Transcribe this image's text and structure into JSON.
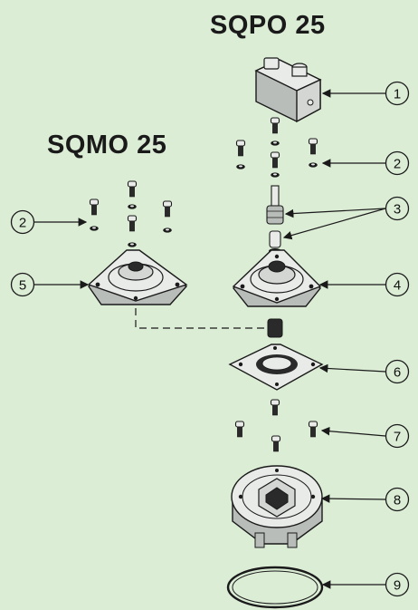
{
  "titles": {
    "right_assembly": "SQPO 25",
    "left_assembly": "SQMO 25"
  },
  "callouts": [
    "1",
    "2",
    "2",
    "3",
    "4",
    "5",
    "6",
    "7",
    "8",
    "9"
  ],
  "colors": {
    "background": "#dcedd6",
    "part_fill": "#e9ebe9",
    "part_shadow": "#b9bdb9",
    "outline": "#1a1a1a",
    "dark_part": "#2a2a2a"
  },
  "parts": [
    {
      "callout": "1",
      "name": "solenoid-coil"
    },
    {
      "callout": "2",
      "name": "cover-screws"
    },
    {
      "callout": "3",
      "name": "plunger-and-spring"
    },
    {
      "callout": "4",
      "name": "pilot-cover"
    },
    {
      "callout": "5",
      "name": "blank-cover"
    },
    {
      "callout": "6",
      "name": "diaphragm"
    },
    {
      "callout": "7",
      "name": "body-screws"
    },
    {
      "callout": "8",
      "name": "valve-body"
    },
    {
      "callout": "9",
      "name": "o-ring"
    }
  ]
}
